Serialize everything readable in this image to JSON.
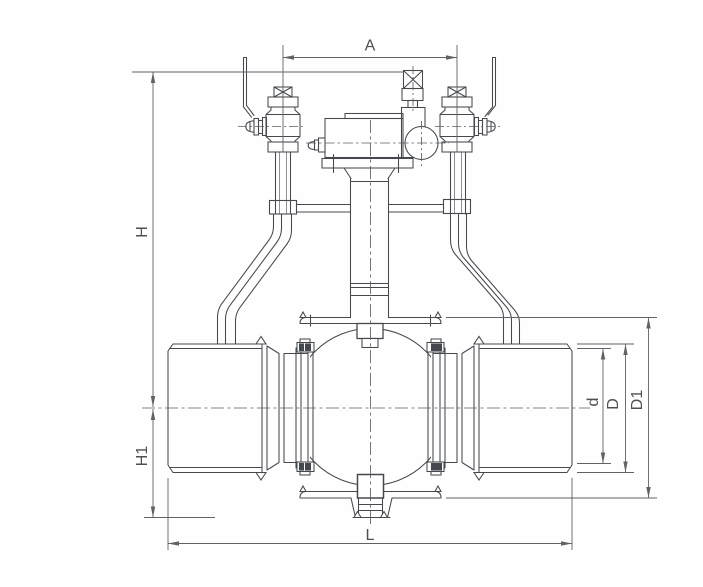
{
  "dimension_labels": {
    "grease_valve_span": "A",
    "height_above_center": "H",
    "height_below_center": "H1",
    "face_to_face_length": "L",
    "bore_diameter": "d",
    "pipe_outer_diameter": "D",
    "body_outer_diameter": "D1"
  },
  "colors": {
    "structure_line": "#45494e",
    "dimension_line": "#5f6368",
    "background": "#fefefe"
  }
}
